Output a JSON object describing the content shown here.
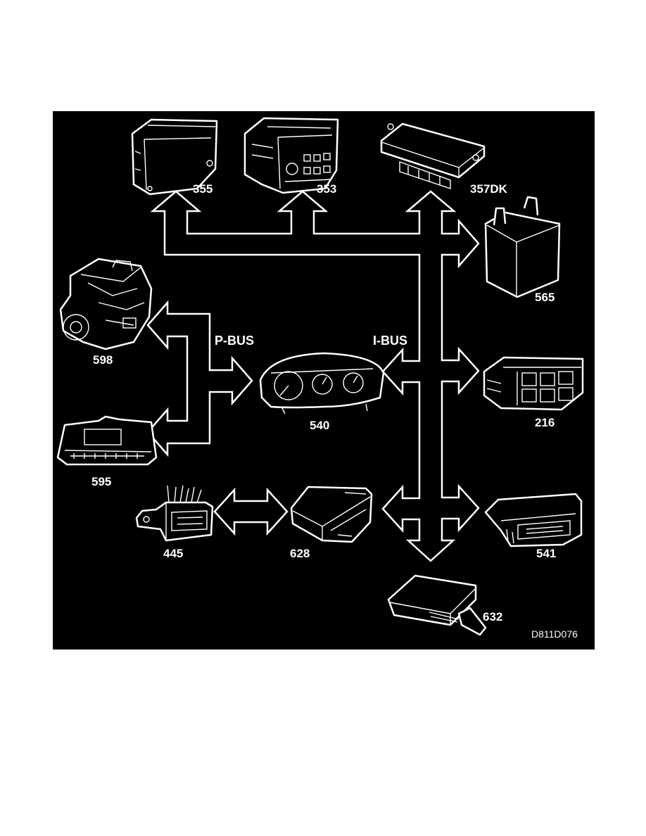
{
  "diagram": {
    "background": "#000000",
    "foreground": "#ffffff",
    "drawing_code": "D811D076",
    "bus_labels": {
      "p_bus": "P-BUS",
      "i_bus": "I-BUS"
    },
    "components": {
      "c355": "355",
      "c353": "353",
      "c357dk": "357DK",
      "c565": "565",
      "c598": "598",
      "c540": "540",
      "c216": "216",
      "c595": "595",
      "c445": "445",
      "c628": "628",
      "c541": "541",
      "c632": "632"
    }
  }
}
